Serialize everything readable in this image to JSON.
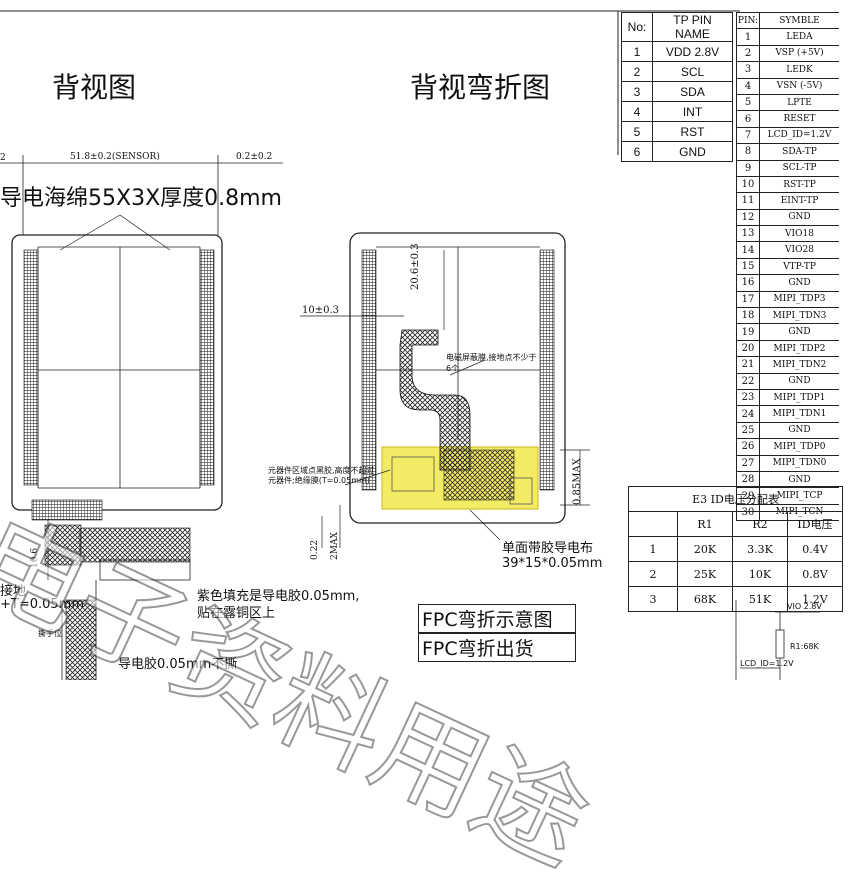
{
  "titles": {
    "back_view": "背视图",
    "back_bend_view": "背视弯折图"
  },
  "dims": {
    "sensor_width": "51.8±0.2(SENSOR)",
    "right_tol": "0.2±0.2",
    "left_tol": "2",
    "offset_10": "10±0.3",
    "vertical_20": "20.6±0.3",
    "vertical_085": "0.85MAX",
    "dim_022": "0.22",
    "dim_2max": "2MAX",
    "dim_106": "10.6"
  },
  "notes": {
    "foam": "导电海绵55X3X厚度0.8mm",
    "shield": "电磁屏蔽膜,接地点不少于6个",
    "component_area": "元器件区域点黑胶,高度不超过元器件;绝缘膜(T=0.05mm)",
    "conductive_cloth_1": "单面带胶导电布",
    "conductive_cloth_2": "39*15*0.05mm",
    "purple_fill_1": "紫色填充是导电胶0.05mm,",
    "purple_fill_2": "贴在露铜区上",
    "ground": "接地",
    "thickness": "+T=0.05mm",
    "tape": "导电胶0.05mm不撕",
    "tear_point": "撕手位"
  },
  "tp_table": {
    "headers": [
      "No:",
      "TP PIN NAME"
    ],
    "rows": [
      [
        "1",
        "VDD 2.8V"
      ],
      [
        "2",
        "SCL"
      ],
      [
        "3",
        "SDA"
      ],
      [
        "4",
        "INT"
      ],
      [
        "5",
        "RST"
      ],
      [
        "6",
        "GND"
      ]
    ]
  },
  "pin_table": {
    "headers": [
      "PIN:",
      "SYMBLE"
    ],
    "rows": [
      [
        "1",
        "LEDA"
      ],
      [
        "2",
        "VSP (+5V)"
      ],
      [
        "3",
        "LEDK"
      ],
      [
        "4",
        "VSN (-5V)"
      ],
      [
        "5",
        "LPTE"
      ],
      [
        "6",
        "RESET"
      ],
      [
        "7",
        "LCD_ID=1.2V"
      ],
      [
        "8",
        "SDA-TP"
      ],
      [
        "9",
        "SCL-TP"
      ],
      [
        "10",
        "RST-TP"
      ],
      [
        "11",
        "EINT-TP"
      ],
      [
        "12",
        "GND"
      ],
      [
        "13",
        "VIO18"
      ],
      [
        "14",
        "VIO28"
      ],
      [
        "15",
        "VTP-TP"
      ],
      [
        "16",
        "GND"
      ],
      [
        "17",
        "MIPI_TDP3"
      ],
      [
        "18",
        "MIPI_TDN3"
      ],
      [
        "19",
        "GND"
      ],
      [
        "20",
        "MIPI_TDP2"
      ],
      [
        "21",
        "MIPI_TDN2"
      ],
      [
        "22",
        "GND"
      ],
      [
        "23",
        "MIPI_TDP1"
      ],
      [
        "24",
        "MIPI_TDN1"
      ],
      [
        "25",
        "GND"
      ],
      [
        "26",
        "MIPI_TDP0"
      ],
      [
        "27",
        "MIPI_TDN0"
      ],
      [
        "28",
        "GND"
      ],
      [
        "29",
        "MIPI_TCP"
      ],
      [
        "30",
        "MIPI_TCN"
      ]
    ]
  },
  "e3_table": {
    "title": "E3 ID电压分配表",
    "headers": [
      "",
      "R1",
      "R2",
      "ID电压"
    ],
    "rows": [
      [
        "1",
        "20K",
        "3.3K",
        "0.4V"
      ],
      [
        "2",
        "25K",
        "10K",
        "0.8V"
      ],
      [
        "3",
        "68K",
        "51K",
        "1.2V"
      ]
    ]
  },
  "schematic": {
    "vio": "VIO 2.8V",
    "r1": "R1:68K",
    "lcd_id": "LCD_ID=1.2V"
  },
  "legend": {
    "fpc_bend_diagram": "FPC弯折示意图",
    "fpc_bend_ship": "FPC弯折出货"
  },
  "watermark": "电子资料用途",
  "colors": {
    "yellow_highlight": "#f2e84a",
    "line": "#222222"
  }
}
